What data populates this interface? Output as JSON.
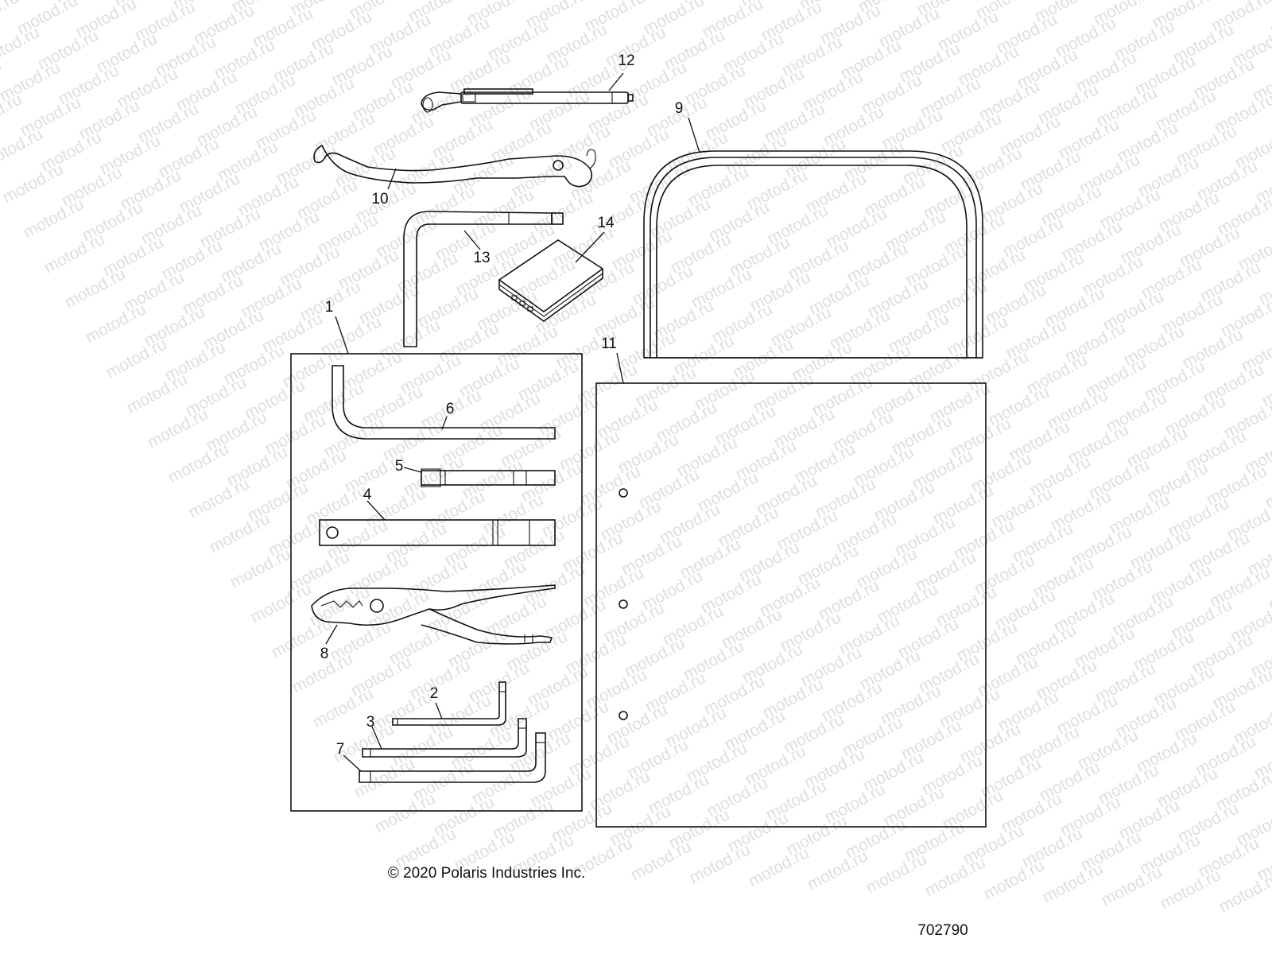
{
  "watermark": "motod.ru",
  "copyright": "© 2020 Polaris Industries Inc.",
  "diagram_id": "702790",
  "callouts": {
    "c1": "1",
    "c2": "2",
    "c3": "3",
    "c4": "4",
    "c5": "5",
    "c6": "6",
    "c7": "7",
    "c8": "8",
    "c9": "9",
    "c10": "10",
    "c11": "11",
    "c12": "12",
    "c13": "13",
    "c14": "14"
  },
  "colors": {
    "line": "#111111",
    "watermark": "#c4c4c4",
    "background": "#ffffff"
  }
}
